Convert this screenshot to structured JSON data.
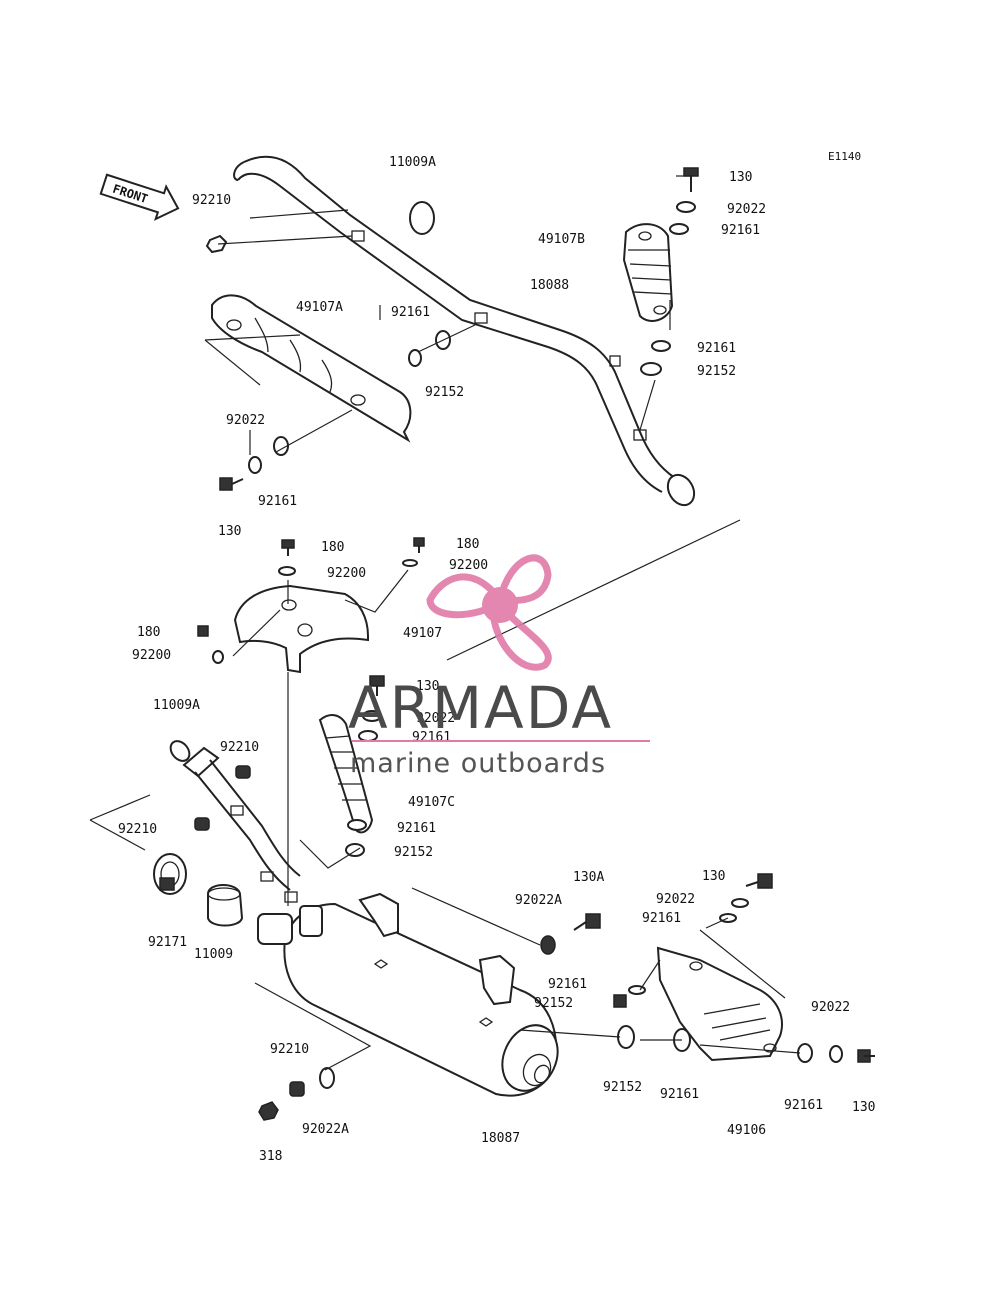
{
  "diagram": {
    "code": "E1140",
    "front_label": "FRONT"
  },
  "labels": [
    {
      "id": "l01",
      "text": "11009A"
    },
    {
      "id": "l02",
      "text": "92210"
    },
    {
      "id": "l03",
      "text": "130"
    },
    {
      "id": "l04",
      "text": "92022"
    },
    {
      "id": "l05",
      "text": "49107B"
    },
    {
      "id": "l06",
      "text": "92161"
    },
    {
      "id": "l07",
      "text": "18088"
    },
    {
      "id": "l08",
      "text": "49107A"
    },
    {
      "id": "l09",
      "text": "92161"
    },
    {
      "id": "l10",
      "text": "92152"
    },
    {
      "id": "l11",
      "text": "92161"
    },
    {
      "id": "l12",
      "text": "92152"
    },
    {
      "id": "l13",
      "text": "92022"
    },
    {
      "id": "l14",
      "text": "92161"
    },
    {
      "id": "l15",
      "text": "130"
    },
    {
      "id": "l16",
      "text": "180"
    },
    {
      "id": "l17",
      "text": "180"
    },
    {
      "id": "l18",
      "text": "92200"
    },
    {
      "id": "l19",
      "text": "92200"
    },
    {
      "id": "l20",
      "text": "180"
    },
    {
      "id": "l21",
      "text": "49107"
    },
    {
      "id": "l22",
      "text": "92200"
    },
    {
      "id": "l23",
      "text": "130"
    },
    {
      "id": "l24",
      "text": "11009A"
    },
    {
      "id": "l25",
      "text": "92210"
    },
    {
      "id": "l26",
      "text": "92022"
    },
    {
      "id": "l27",
      "text": "92161"
    },
    {
      "id": "l28",
      "text": "49107C"
    },
    {
      "id": "l29",
      "text": "92210"
    },
    {
      "id": "l30",
      "text": "92161"
    },
    {
      "id": "l31",
      "text": "92152"
    },
    {
      "id": "l32",
      "text": "130A"
    },
    {
      "id": "l33",
      "text": "130"
    },
    {
      "id": "l34",
      "text": "92022A"
    },
    {
      "id": "l35",
      "text": "92022"
    },
    {
      "id": "l36",
      "text": "92161"
    },
    {
      "id": "l37",
      "text": "92171"
    },
    {
      "id": "l38",
      "text": "11009"
    },
    {
      "id": "l39",
      "text": "92161"
    },
    {
      "id": "l40",
      "text": "92152"
    },
    {
      "id": "l41",
      "text": "92022"
    },
    {
      "id": "l42",
      "text": "92210"
    },
    {
      "id": "l43",
      "text": "92152"
    },
    {
      "id": "l44",
      "text": "92161"
    },
    {
      "id": "l45",
      "text": "92161"
    },
    {
      "id": "l46",
      "text": "130"
    },
    {
      "id": "l47",
      "text": "92022A"
    },
    {
      "id": "l48",
      "text": "49106"
    },
    {
      "id": "l49",
      "text": "318"
    },
    {
      "id": "l50",
      "text": "18087"
    }
  ],
  "watermark": {
    "brand": "ARMADA",
    "tagline": "marine outboards",
    "brand_color": "#4a4a4a",
    "accent_color": "#e07aa8"
  }
}
